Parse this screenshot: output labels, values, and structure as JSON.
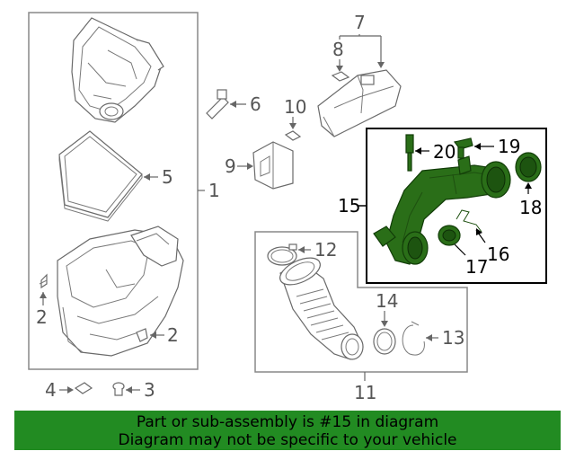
{
  "callouts": {
    "c1": "1",
    "c2a": "2",
    "c2b": "2",
    "c3": "3",
    "c4": "4",
    "c5": "5",
    "c6": "6",
    "c7": "7",
    "c8": "8",
    "c9": "9",
    "c10": "10",
    "c11": "11",
    "c12": "12",
    "c13": "13",
    "c14": "14",
    "c15": "15",
    "c16": "16",
    "c17": "17",
    "c18": "18",
    "c19": "19",
    "c20": "20"
  },
  "banner": {
    "line1": "Part or sub-assembly is #15 in diagram",
    "line2": "Diagram may not be specific to your vehicle"
  },
  "colors": {
    "highlight_part": "#2a6e18",
    "banner_background": "#228b22"
  }
}
